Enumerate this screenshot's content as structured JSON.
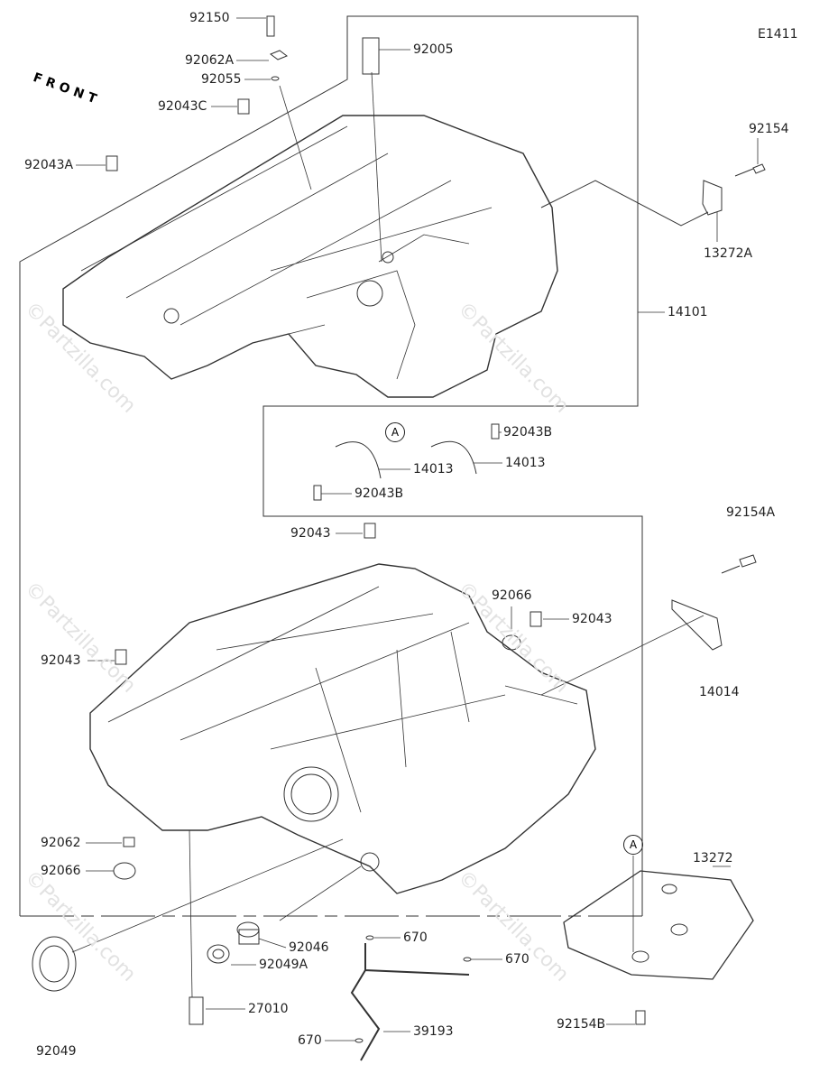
{
  "diagram_code": "E1411",
  "front_label": "FRONT",
  "watermark": "©Partzilla.com",
  "reference_marker": "A",
  "parts": [
    {
      "id": "p1",
      "number": "92150"
    },
    {
      "id": "p2",
      "number": "92062A"
    },
    {
      "id": "p3",
      "number": "92055"
    },
    {
      "id": "p4",
      "number": "92043C"
    },
    {
      "id": "p5",
      "number": "92005"
    },
    {
      "id": "p6",
      "number": "92043A"
    },
    {
      "id": "p7",
      "number": "92154"
    },
    {
      "id": "p8",
      "number": "13272A"
    },
    {
      "id": "p9",
      "number": "14101"
    },
    {
      "id": "p10",
      "number": "92043B"
    },
    {
      "id": "p11",
      "number": "14013"
    },
    {
      "id": "p12",
      "number": "14013"
    },
    {
      "id": "p13",
      "number": "92043B"
    },
    {
      "id": "p14",
      "number": "92154A"
    },
    {
      "id": "p15",
      "number": "92043"
    },
    {
      "id": "p16",
      "number": "92066"
    },
    {
      "id": "p17",
      "number": "92043"
    },
    {
      "id": "p18",
      "number": "92043"
    },
    {
      "id": "p19",
      "number": "14014"
    },
    {
      "id": "p20",
      "number": "92062"
    },
    {
      "id": "p21",
      "number": "92066"
    },
    {
      "id": "p22",
      "number": "13272"
    },
    {
      "id": "p23",
      "number": "670"
    },
    {
      "id": "p24",
      "number": "92046"
    },
    {
      "id": "p25",
      "number": "670"
    },
    {
      "id": "p26",
      "number": "92049A"
    },
    {
      "id": "p27",
      "number": "27010"
    },
    {
      "id": "p28",
      "number": "92049"
    },
    {
      "id": "p29",
      "number": "92154B"
    },
    {
      "id": "p30",
      "number": "39193"
    },
    {
      "id": "p31",
      "number": "670"
    }
  ]
}
